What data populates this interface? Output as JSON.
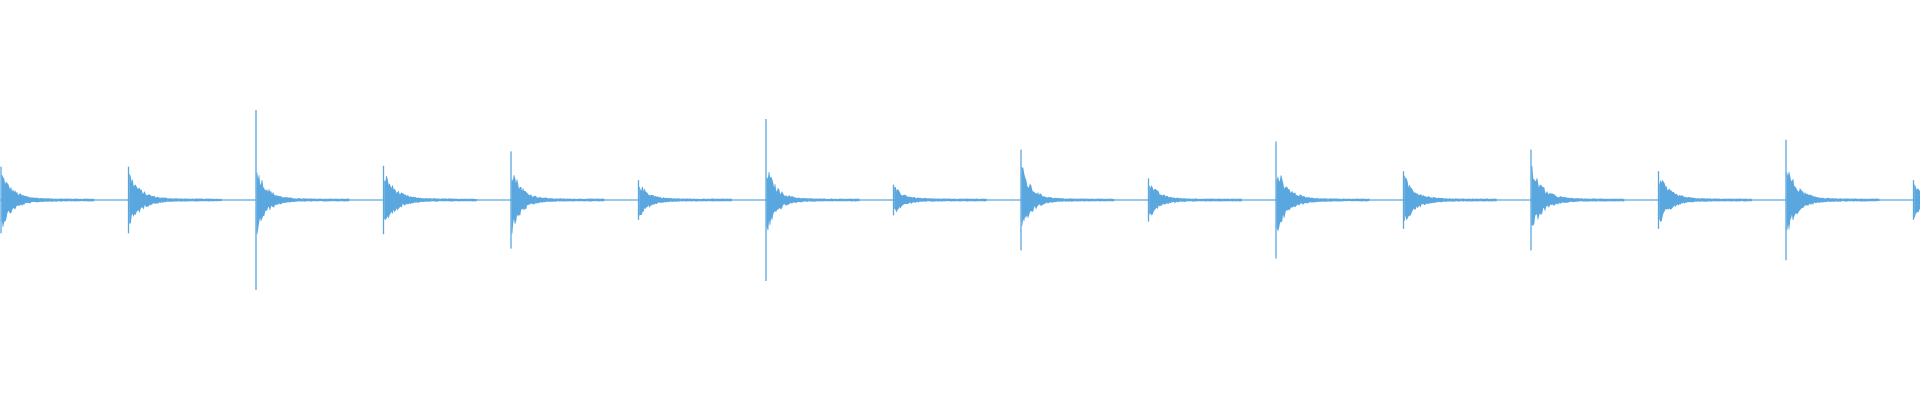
{
  "waveform": {
    "color": "#5aa7e0",
    "background": "#ffffff",
    "transients": [
      {
        "peak": 0.37,
        "decay": 0.9
      },
      {
        "peak": 0.37,
        "decay": 0.9
      },
      {
        "peak": 1.0,
        "decay": 0.8
      },
      {
        "peak": 0.38,
        "decay": 0.9
      },
      {
        "peak": 0.54,
        "decay": 0.8
      },
      {
        "peak": 0.22,
        "decay": 0.8
      },
      {
        "peak": 0.9,
        "decay": 0.8
      },
      {
        "peak": 0.17,
        "decay": 0.8
      },
      {
        "peak": 0.56,
        "decay": 0.8
      },
      {
        "peak": 0.24,
        "decay": 0.8
      },
      {
        "peak": 0.65,
        "decay": 0.9
      },
      {
        "peak": 0.32,
        "decay": 0.9
      },
      {
        "peak": 0.56,
        "decay": 0.9
      },
      {
        "peak": 0.32,
        "decay": 0.9
      },
      {
        "peak": 0.67,
        "decay": 0.9
      },
      {
        "peak": 0.22,
        "decay": 0.8
      }
    ]
  }
}
